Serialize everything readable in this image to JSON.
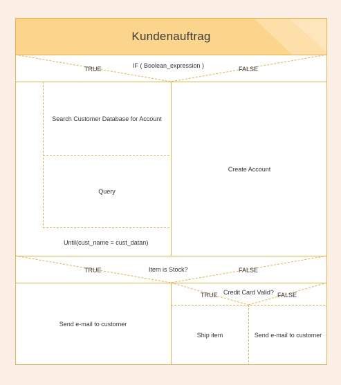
{
  "diagram": {
    "title": "Kundenauftrag",
    "if_main": {
      "condition": "IF ( Boolean_expression )",
      "true_label": "TRUE",
      "false_label": "FALSE"
    },
    "loop": {
      "step1": "Search Customer Database for Account",
      "step2": "Query",
      "until": "Until(cust_name = cust_datan)"
    },
    "create_account": "Create Account",
    "if_stock": {
      "condition": "Item is Stock?",
      "true_label": "TRUE",
      "false_label": "FALSE"
    },
    "send_email_left": "Send e-mail to customer",
    "if_credit": {
      "condition": "Credit Card Valid?",
      "true_label": "TRUE",
      "false_label": "FALSE"
    },
    "ship_item": "Ship item",
    "send_email_right": "Send e-mail to customer"
  },
  "colors": {
    "background": "#FBEFE5",
    "title_fill": "#FCD58C",
    "border": "#E8B24A",
    "box_fill": "#FFFFFF"
  }
}
